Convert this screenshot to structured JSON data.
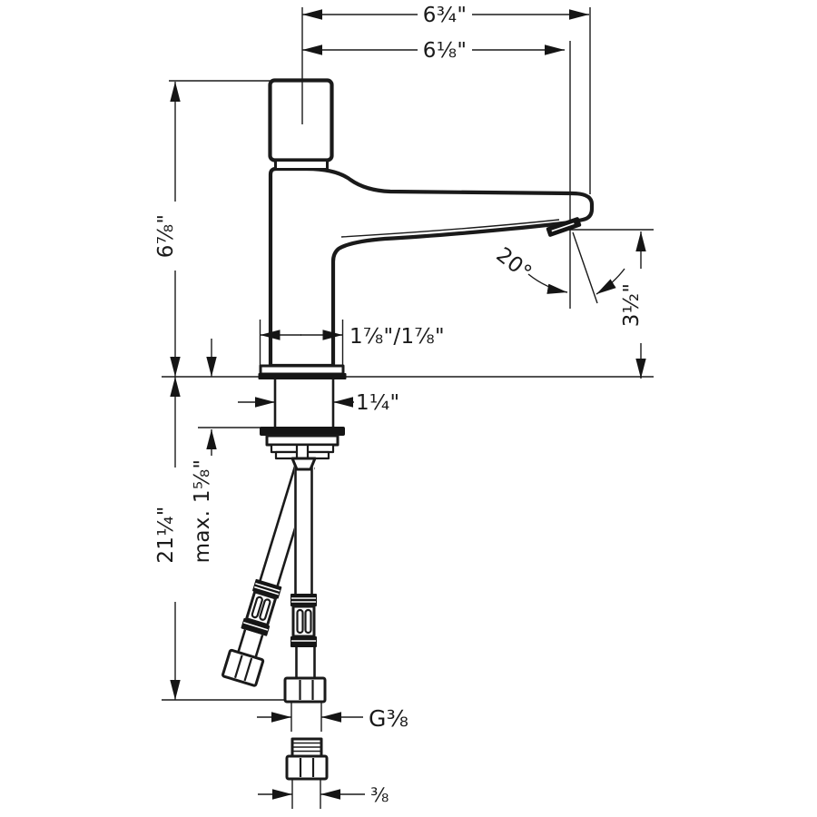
{
  "drawing": {
    "dimensions": {
      "overall_width": "6¾\"",
      "spout_reach": "6⅛\"",
      "height_above_deck": "6⅞\"",
      "spout_angle": "20°",
      "outlet_height": "3½\"",
      "base_depth": "1⅞\"/1⅞\"",
      "shank_width": "1¼\"",
      "height_below_deck": "21¼\"",
      "max_mounting_thickness": "max. 1⅝\"",
      "hose_thread": "G⅜",
      "adapter_thread": "⅜"
    },
    "colors": {
      "line": "#1a1a1a",
      "background": "#ffffff"
    }
  }
}
